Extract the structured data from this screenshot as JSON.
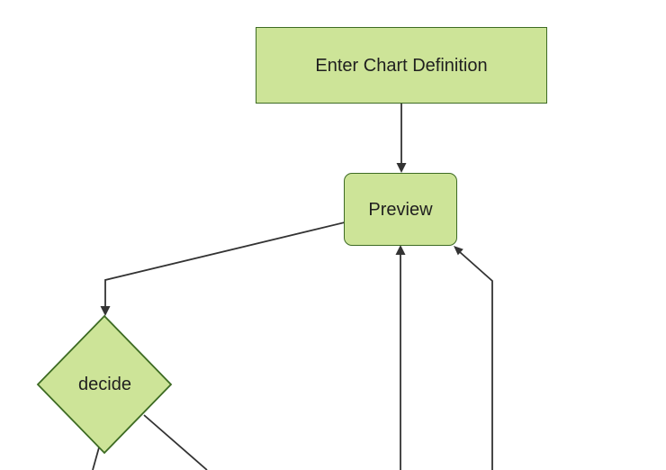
{
  "diagram": {
    "type": "flowchart",
    "direction": "top-down",
    "nodes": [
      {
        "id": "A",
        "label": "Enter Chart Definition",
        "shape": "rectangle"
      },
      {
        "id": "B",
        "label": "Preview",
        "shape": "rounded-rectangle"
      },
      {
        "id": "C",
        "label": "decide",
        "shape": "diamond"
      }
    ],
    "edges": [
      {
        "name": "enter-chart-definition-to-preview",
        "from": "A",
        "to": "B",
        "arrow": true
      },
      {
        "name": "preview-to-decide",
        "from": "B",
        "to": "C",
        "arrow": true
      },
      {
        "name": "offscreen-bottom-return-to-preview-bottom",
        "from": "offscreen-bottom",
        "to": "B",
        "arrow": true
      },
      {
        "name": "offscreen-bottom-return-to-preview-corner",
        "from": "offscreen-bottom",
        "to": "B",
        "arrow": true
      },
      {
        "name": "decide-to-offscreen-bottom-left",
        "from": "C",
        "to": "offscreen-bottom",
        "arrow": false
      },
      {
        "name": "decide-to-offscreen-bottom-right",
        "from": "C",
        "to": "offscreen-bottom",
        "arrow": false
      }
    ]
  },
  "theme": {
    "background": "#ffffff",
    "node_fill": "#cde498",
    "node_border": "#3d6b23",
    "edge_color": "#333333",
    "text_color": "#1f1f1f"
  }
}
